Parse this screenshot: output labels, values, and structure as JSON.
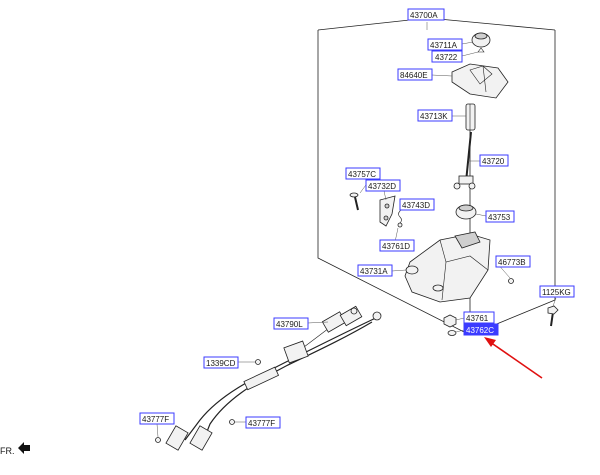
{
  "labels": {
    "l43700A": "43700A",
    "l43711A": "43711A",
    "l43722": "43722",
    "l84640E": "84640E",
    "l43713K": "43713K",
    "l43720": "43720",
    "l43757C": "43757C",
    "l43732D": "43732D",
    "l43743D": "43743D",
    "l43753": "43753",
    "l43761D": "43761D",
    "l46773B": "46773B",
    "l43731A": "43731A",
    "l1125KG": "1125KG",
    "l43761": "43761",
    "l43762C": "43762C",
    "l43790L": "43790L",
    "l1339CD": "1339CD",
    "l43777F_a": "43777F",
    "l43777F_b": "43777F"
  },
  "fr_label": "FR.",
  "colors": {
    "label_border": "#3b3bff",
    "highlight": "#3b3bff",
    "arrow": "#e01010"
  }
}
